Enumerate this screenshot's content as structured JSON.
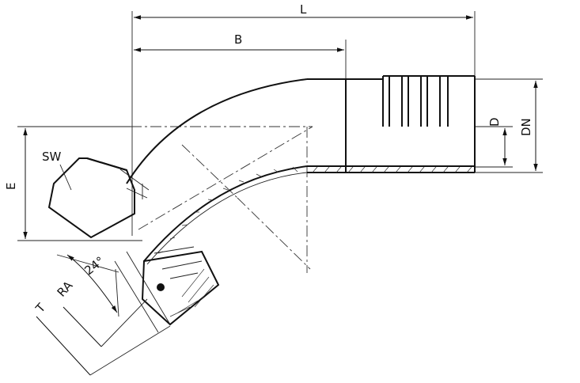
{
  "labels": {
    "L": "L",
    "B": "B",
    "D": "D",
    "DN": "DN",
    "E": "E",
    "SW": "SW",
    "angle": "24°",
    "RA": "RA",
    "T": "T"
  }
}
